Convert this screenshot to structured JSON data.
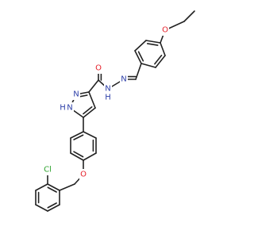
{
  "structure": {
    "atoms": [
      {
        "id": "o_ethoxy",
        "label": "O",
        "color": "#e5202a"
      },
      {
        "id": "o_carbonyl",
        "label": "O",
        "color": "#e5202a"
      },
      {
        "id": "nh_hydrazide",
        "label": "N",
        "sub": "H",
        "color": "#2c3ea8"
      },
      {
        "id": "n_imine",
        "label": "N",
        "color": "#2c3ea8"
      },
      {
        "id": "nh_pyrazole",
        "label": "N",
        "sub": "H",
        "color": "#2c3ea8"
      },
      {
        "id": "n_pyrazole",
        "label": "N",
        "color": "#2c3ea8"
      },
      {
        "id": "o_ether",
        "label": "O",
        "color": "#e5202a"
      },
      {
        "id": "cl",
        "label": "Cl",
        "color": "#2ea32e"
      }
    ],
    "bond_color": "#222222"
  }
}
